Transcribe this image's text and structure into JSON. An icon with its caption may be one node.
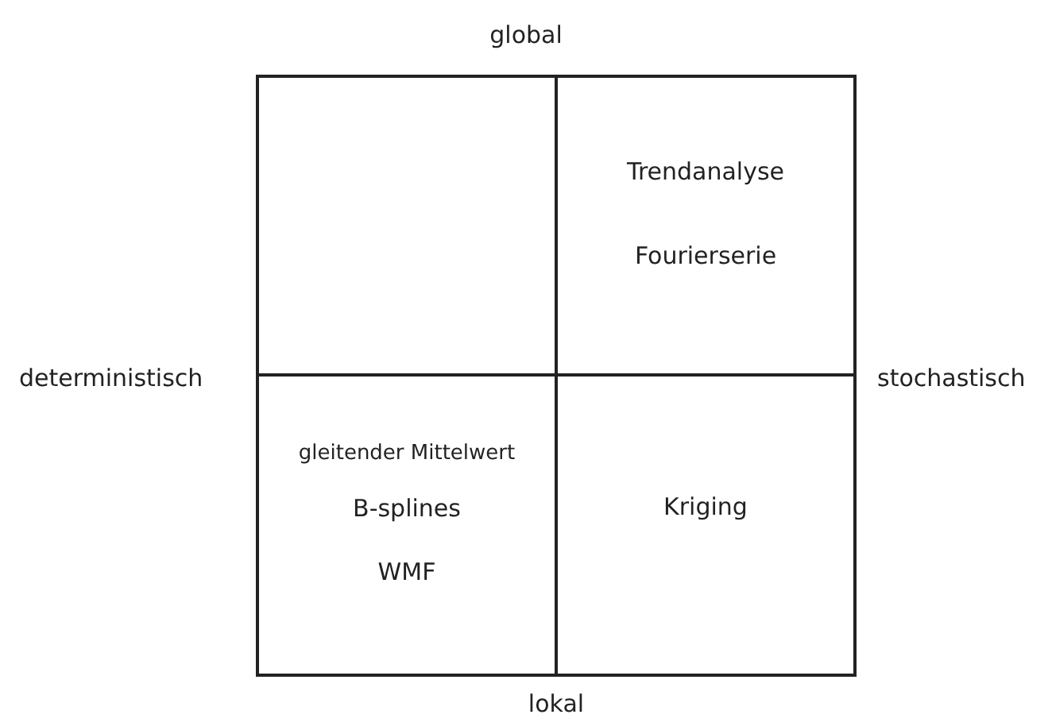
{
  "diagram": {
    "nodes": [
      {
        "text": [],
        "shape": "box"
      },
      {
        "text": [
          "Trendanalyse",
          "Fourierserie"
        ]
      },
      {
        "text": [
          "gleitender Mittelwert",
          "B-splines",
          "WMF"
        ]
      },
      {
        "text": [
          "Kriging"
        ]
      }
    ],
    "edges": [],
    "labels": [
      "global",
      "deterministisch",
      "stochastisch",
      "lokal"
    ]
  }
}
